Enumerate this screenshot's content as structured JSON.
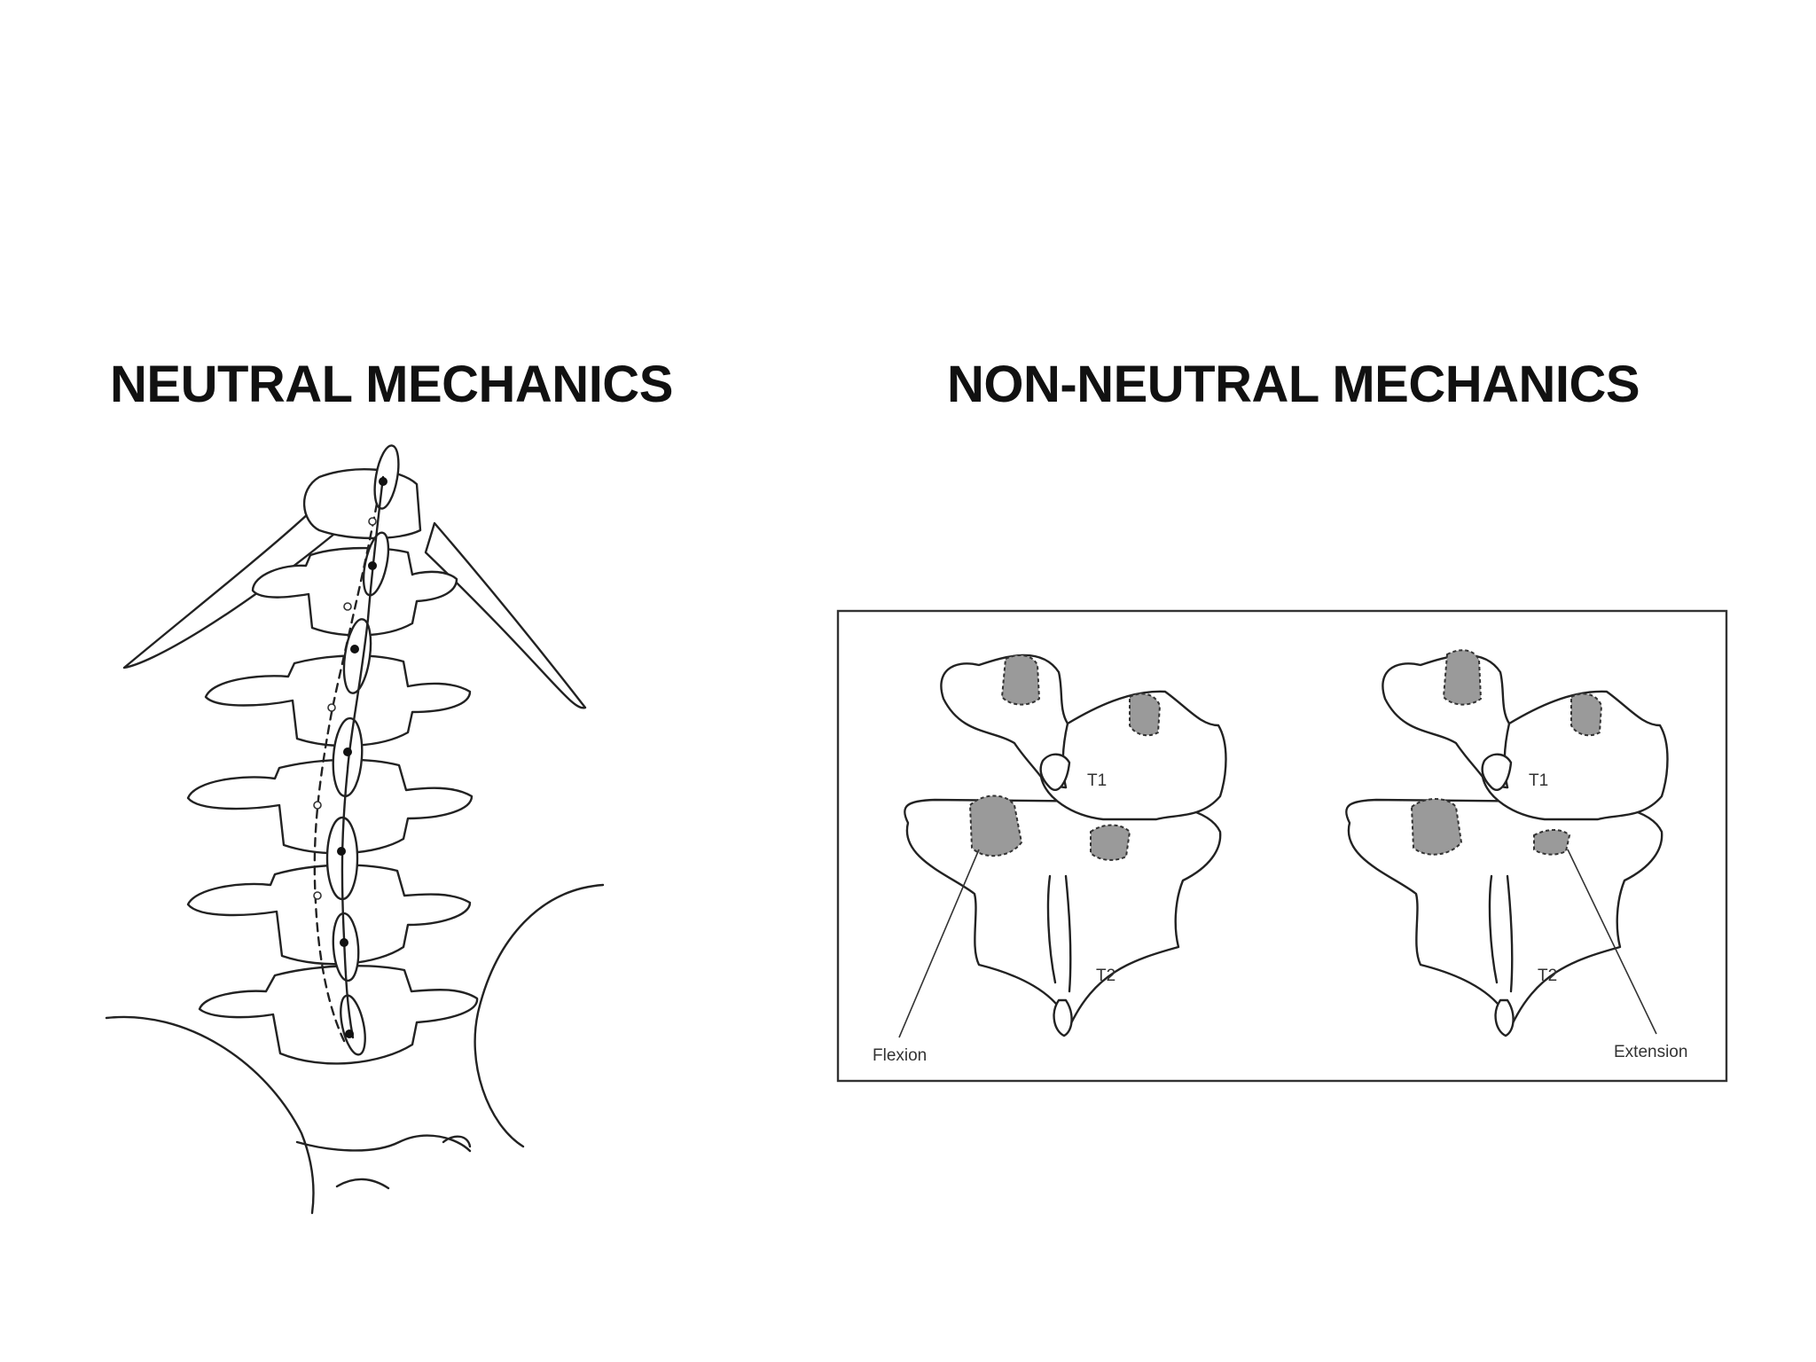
{
  "headings": {
    "left": "NEUTRAL MECHANICS",
    "right": "NON-NEUTRAL MECHANICS"
  },
  "figure_right": {
    "left_panel": {
      "upper_label": "T1",
      "lower_label": "T2",
      "caption": "Flexion"
    },
    "right_panel": {
      "upper_label": "T1",
      "lower_label": "T2",
      "caption": "Extension"
    }
  },
  "colors": {
    "ink": "#222222",
    "shading": "#9a9a9a",
    "background": "#ffffff"
  }
}
